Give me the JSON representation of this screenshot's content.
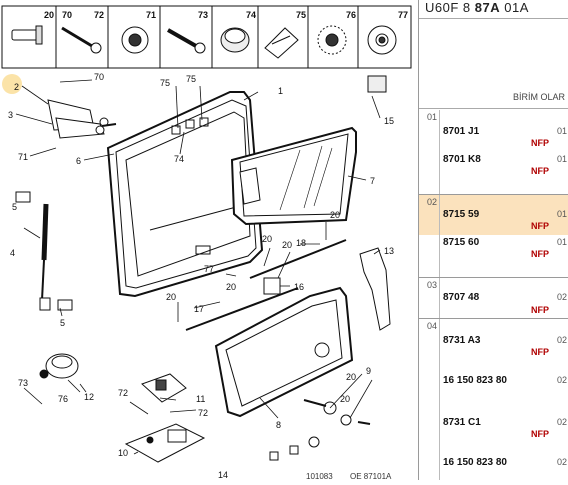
{
  "header": {
    "prefix": "U60F 8",
    "bold": "87A",
    "suffix": "01A"
  },
  "column_header": "BİRİM OLAR",
  "thumbnails": [
    "20",
    "70",
    "72",
    "71",
    "73",
    "74",
    "75",
    "76",
    "77"
  ],
  "callouts": {
    "c1": "1",
    "c2": "2",
    "c3": "3",
    "c4": "4",
    "c5": "5",
    "c6": "6",
    "c7": "7",
    "c8": "8",
    "c9": "9",
    "c10": "10",
    "c11": "11",
    "c12": "12",
    "c13": "13",
    "c14": "14",
    "c15": "15",
    "c16": "16",
    "c17": "17",
    "c18": "18",
    "c20a": "20",
    "c20b": "20",
    "c20c": "20",
    "c20d": "20",
    "c20e": "20",
    "c20f": "20",
    "c20g": "20",
    "c70": "70",
    "c71": "71",
    "c72a": "72",
    "c72b": "72",
    "c73": "73",
    "c74": "74",
    "c75a": "75",
    "c75b": "75",
    "c76": "76",
    "c77": "77"
  },
  "footer_codes": [
    "101083",
    "OE 87101A"
  ],
  "groups": [
    {
      "num": "01",
      "rows": [
        {
          "ref": "8701 J1",
          "nfp": "NFP",
          "qty": "01"
        },
        {
          "ref": "8701 K8",
          "nfp": "NFP",
          "qty": "01"
        }
      ]
    },
    {
      "num": "02",
      "rows": [
        {
          "ref": "8715 59",
          "nfp": "NFP",
          "qty": "01"
        },
        {
          "ref": "8715 60",
          "nfp": "NFP",
          "qty": "01"
        }
      ]
    },
    {
      "num": "03",
      "rows": [
        {
          "ref": "8707 48",
          "nfp": "NFP",
          "qty": "02"
        }
      ]
    },
    {
      "num": "04",
      "rows": [
        {
          "ref": "8731 A3",
          "nfp": "NFP",
          "qty": "02"
        },
        {
          "ref": "16 150 823 80",
          "nfp": "",
          "qty": "02"
        },
        {
          "ref": "8731 C1",
          "nfp": "NFP",
          "qty": "02"
        },
        {
          "ref": "16 150 823 80",
          "nfp": "",
          "qty": "02"
        }
      ]
    }
  ],
  "colors": {
    "highlight": "#fbe2bd",
    "nfp": "#b00000",
    "ink": "#111111"
  }
}
